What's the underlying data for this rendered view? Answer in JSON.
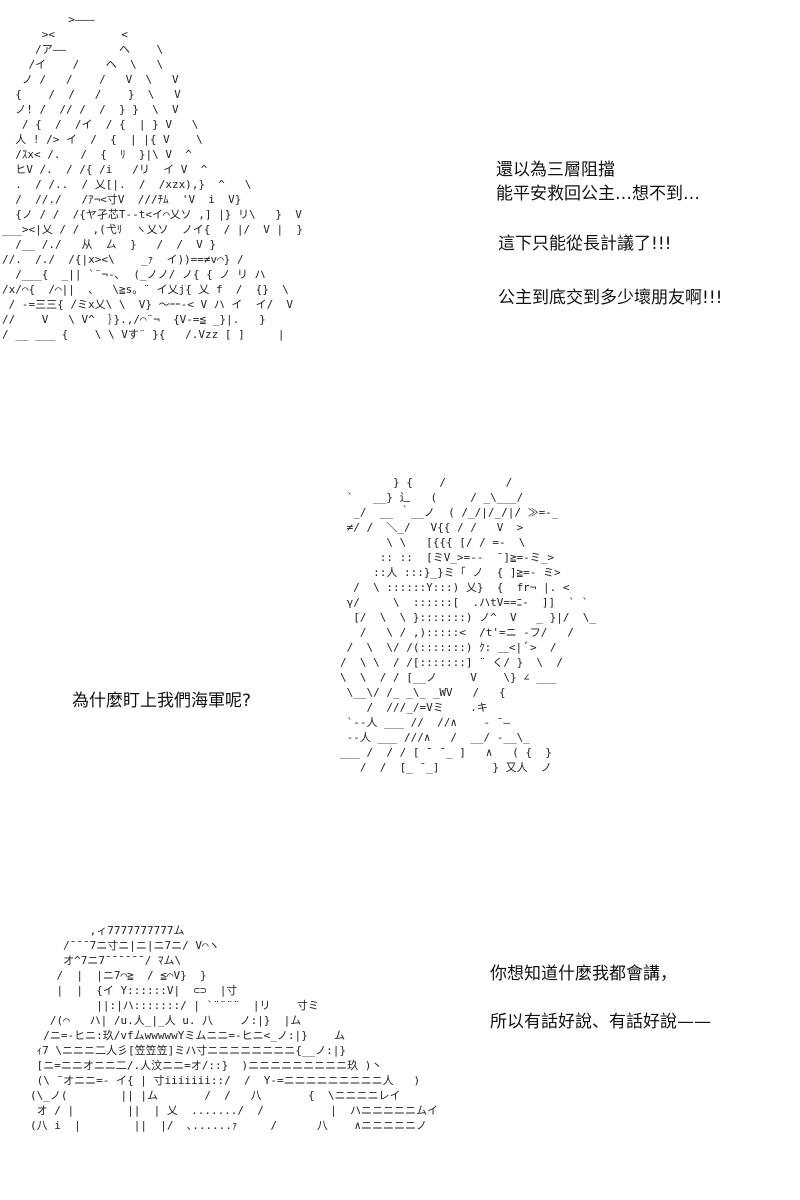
{
  "panels": [
    {
      "art": "          >――― \n      ><          <\n     /ア――        ヘ    \\\n    /イ    /    ヘ  \\   \\\n   ノ /   /    /   V  \\   V\n  {    /  /   /    }  \\   V\n  ノ! /  // /  /  } }  \\  V\n   / {  /  /イ  / {  | } V   \\\n  人 ! /> イ  /  {  | |{ V    \\\n  /ｽx< /.   /  {  ﾘ  }|\\ V  ^\n  ヒV /.  / /{ /i   /リ  イ V  ^\n  .  / /..  / 乂[|.  /  /xzx),}  ^   \\\n  /  //./   /ｱ¬<寸V  ///ﾁﾑ  'V  i  V}\n  {ノ / /  /{ヤ孑芯T--t<イ⌒乂ソ ,] |} リ\\   }  V\n___><|乂 / /  ,(弋ﾘ  ヽ乂ソ  ノイ{  / |/  V |  }\n  /__ /./   从  ㄙ  }   /  /  V }\n//.  /./  /{|x><\\    _ｧ  イ))==≠v⌒} /\n  /___{  _|| `¨¬-､  (_ノノ/ ノ{ { ノ リ ハ\n/x/⌒{  /⌒||  、  \\≧s。¨ イ乂j{ 乂 f  /  {}  \\\n / -=三三{ /ミx乂\\ \\  V} ～ｰｰ-< V ハ イ  イ/  V\n//    V   \\ V^  ｝}.,/⌒¨¬  {V-=≦ _}|.   }\n/ __ ___ {    \\ \\ Vす¨ }{   /.Vzz [ ]     |",
      "caption_blocks": [
        [
          "還以為三層阻擋",
          "能平安救回公主…想不到…"
        ],
        [
          "這下只能從長計議了!!!"
        ],
        [
          "公主到底交到多少壞朋友啊!!!"
        ]
      ]
    },
    {
      "art": "        } {    /         /\n `   __} 辶   (     / _\\___/\n  _/  __ ｀__ノ  ( /_/|/_/|/ ≫=-_\n ≠/ /  ＼_/   V{{ / /   V  >\n       \\ \\   [{{{ [/ / =-  \\\n      :: ::  [ミV_>=--  ¯]≧=-ミ_>\n     ::人 :::}_}ミ「 ノ  { ]≧=- ミ>\n  /  \\ ::::::Y:::) 乂}  {  fr¬ |. <\n γ/     \\  ::::::[  .ハtV==ﾆ-  ]]  ` `\n  [/  \\  \\ }:::::::) ノ^  V   _ }|/  \\_\n   /   \\ / ,):::::<  /t'=ニ -フ/   /\n /  \\  \\/ /(:::::::) ｸ: ＿<| ﾞ>  /\n/  \\ \\  / /[:::::::] ¨ く/ }  \\  /\n\\  \\  / / [__ノ     V    \\} ∠ ___\n \\__\\/ /_ _\\_ _WV   /   {\n    /  ///_/=Vミ    .キ\n `--人 ___ //  //∧    - ¯―\n --人 ___ ///∧   /  __/ -__\\_\n___ /  / / [ ¯ ̄ _ ]   ∧   ( {  }\n   /  /  [_ ̄ _]        } 又人  ノ",
      "caption_blocks": [
        [
          "為什麼盯上我們海軍呢?"
        ]
      ]
    },
    {
      "art": "         ,ィ7777777777ム\n     /¯¯¯7ニ寸ニ|ニ|ニ7ニ/ V⌒ヽ\n     オ^7ニ7¯¯¯¯¯¯/ ﾏム\\\n    /  |  |ニ7⌒≧  / ≦⌒V}  }\n    |  |  {イ Y::::::V|  ⊂⊃  |寸\n          ||:|ハ:::::::/ | `¨¨¨¨  |リ    寸ミ\n   /(⌒   ハ| /u.人_|_人 u. 八    ノ:|}  |ム\n  /ニ=-ヒニ:玖/vfムwwwwwYミムニニ=-ヒニ<_ノ:|}    ム\n ｨ7 \\ニニニ二人彡[笠笠笠]ミハ寸ニニニニニニニニ{__ノ:|}\n [ニ=ニニオニニ二/.人汶ニニ=オ/::}  )ニニニニニニニニニ玖 )丶\n (\\ ¯オニニ=- イ{ | 寸iiiiiii::/  /  Y-=ニニニニニニニニニ人   )\n(\\_ノ(        || |ム       /  /   八       {  \\ニニニニレイ\n オ / |        ||  | 乂  ......./  /          |  ハニニニニニムイ\n(八 i  |        ||  |/  ､......ｧ     /      八    ∧ニニニニニノ",
      "caption_blocks": [
        [
          "你想知道什麼我都會講，"
        ],
        [
          "所以有話好說、有話好說——"
        ]
      ]
    }
  ]
}
